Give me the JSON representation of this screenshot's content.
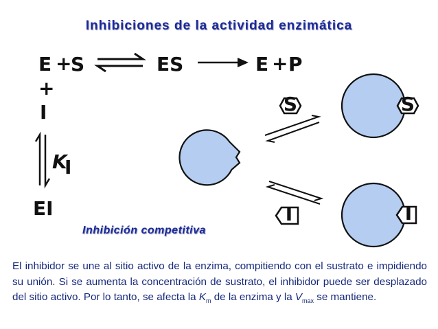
{
  "title": "Inhibiciones de la actividad enzimática",
  "reaction": {
    "E": "E",
    "plus1": "+",
    "S": "S",
    "ES": "ES",
    "E2": "E",
    "plus2": "+",
    "P": "P",
    "plus3": "+",
    "I": "I",
    "K": "K",
    "K_sub": "I",
    "EI": "EI"
  },
  "shapes": {
    "substrate": "S",
    "inhibitor": "I"
  },
  "subtitle": "Inhibición competitiva",
  "description": {
    "part1": "El inhibidor se une al sitio activo de la enzima, compitiendo con el sustrato e impidiendo su unión. Si se aumenta la concentración de sustrato, el inhibidor puede ser desplazado del sitio activo. Por lo tanto, se afecta la ",
    "Km_var": "K",
    "Km_sub": "m",
    "part2": " de la enzima y la ",
    "Vmax_var": "V",
    "Vmax_sub": "max",
    "part3": " se mantiene."
  },
  "colors": {
    "title": "#1a2a9a",
    "enzyme_fill": "#b4cdf0",
    "text": "#15287a"
  }
}
